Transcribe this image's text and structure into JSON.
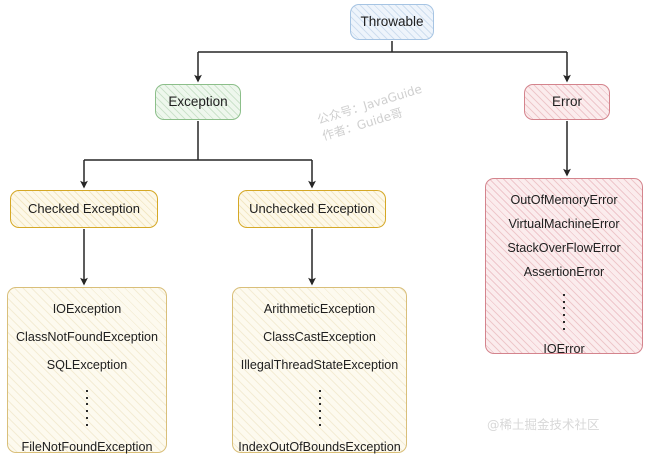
{
  "diagram": {
    "title": "Java Throwable Hierarchy",
    "type": "tree-diagram",
    "background": "#ffffff"
  },
  "nodes": {
    "throwable": {
      "label": "Throwable",
      "border_color": "#a6c4e3",
      "fill_color": "#eef4fb"
    },
    "exception": {
      "label": "Exception",
      "border_color": "#8cbf8a",
      "fill_color": "#eef7ed"
    },
    "error": {
      "label": "Error",
      "border_color": "#d4848d",
      "fill_color": "#fbeced"
    },
    "checked_exception": {
      "label": "Checked Exception",
      "border_color": "#d5a826",
      "fill_color": "#fdf8e8"
    },
    "unchecked_exception": {
      "label": "Unchecked Exception",
      "border_color": "#d5a826",
      "fill_color": "#fdf8e8"
    }
  },
  "lists": {
    "checked_exception_items": [
      "IOException",
      "ClassNotFoundException",
      "SQLException"
    ],
    "checked_exception_last": "FileNotFoundException",
    "unchecked_exception_items": [
      "ArithmeticException",
      "ClassCastException",
      "IllegalThreadStateException"
    ],
    "unchecked_exception_last": "IndexOutOfBoundsException",
    "error_items": [
      "OutOfMemoryError",
      "VirtualMachineError",
      "StackOverFlowError",
      "AssertionError"
    ],
    "error_last": "IOError"
  },
  "edges": [
    {
      "from": "throwable",
      "to": "exception",
      "style": "orthogonal-arrow"
    },
    {
      "from": "throwable",
      "to": "error",
      "style": "orthogonal-arrow"
    },
    {
      "from": "exception",
      "to": "checked_exception",
      "style": "orthogonal-arrow"
    },
    {
      "from": "exception",
      "to": "unchecked_exception",
      "style": "orthogonal-arrow"
    },
    {
      "from": "checked_exception",
      "to": "checked_exception_list",
      "style": "straight-arrow"
    },
    {
      "from": "unchecked_exception",
      "to": "unchecked_exception_list",
      "style": "straight-arrow"
    },
    {
      "from": "error",
      "to": "error_list",
      "style": "straight-arrow"
    }
  ],
  "watermarks": {
    "center_line1": "公众号：JavaGuide",
    "center_line2": "作者：Guide哥",
    "corner": "@稀土掘金技术社区"
  }
}
